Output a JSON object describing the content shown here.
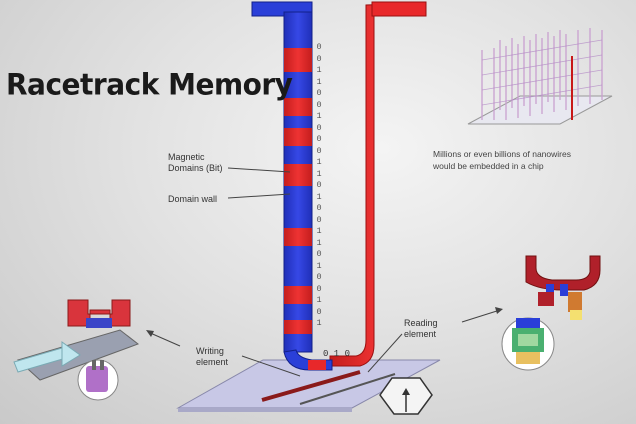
{
  "title": "Racetrack Memory",
  "labels": {
    "magnetic_domains_line1": "Magnetic",
    "magnetic_domains_line2": "Domains (Bit)",
    "domain_wall": "Domain wall",
    "writing_line1": "Writing",
    "writing_line2": "element",
    "reading_line1": "Reading",
    "reading_line2": "element",
    "caption_line1": "Millions or even billions of nanowires",
    "caption_line2": "would be embedded in a chip"
  },
  "bits": [
    "0",
    "0",
    "1",
    "1",
    "0",
    "0",
    "1",
    "0",
    "0",
    "0",
    "1",
    "1",
    "0",
    "1",
    "0",
    "0",
    "1",
    "1",
    "0",
    "1",
    "0",
    "0",
    "1",
    "0",
    "1"
  ],
  "bottom_bits": "0 1 0",
  "colors": {
    "track_red": "#e8282a",
    "track_blue": "#2a3fd8",
    "dark_red": "#b01818",
    "platform": "#c8c8e6"
  }
}
